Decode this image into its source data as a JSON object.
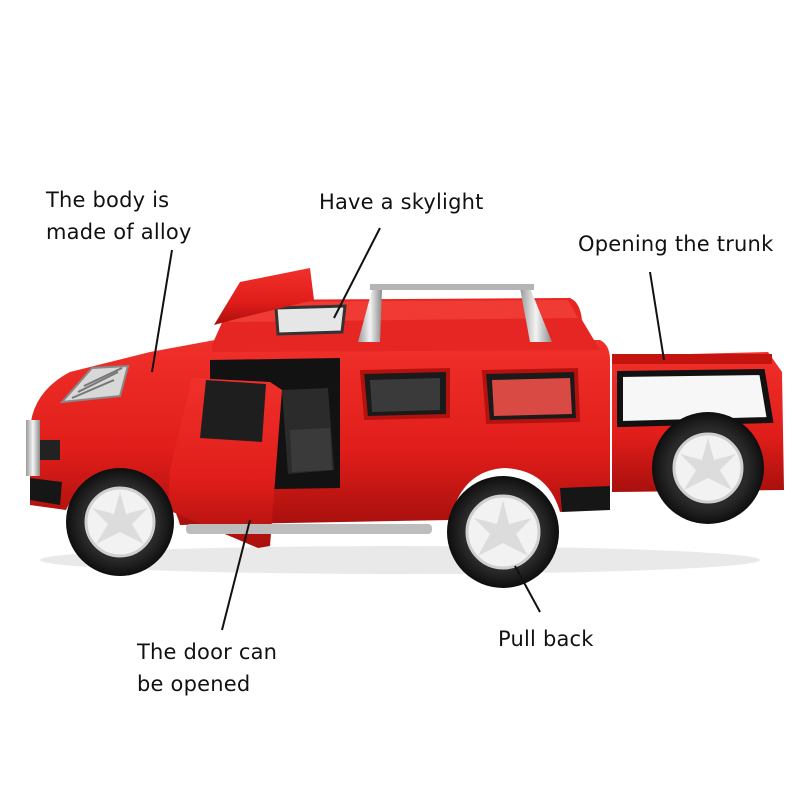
{
  "callouts": {
    "body": {
      "line1": "The body is",
      "line2": "made of alloy"
    },
    "skylight": {
      "line1": "Have a skylight"
    },
    "trunk": {
      "line1": "Opening the trunk"
    },
    "door": {
      "line1": "The door can",
      "line2": "be opened"
    },
    "pullback": {
      "line1": "Pull back"
    }
  },
  "colors": {
    "body_red": "#e8211e",
    "body_red_dark": "#b8120f",
    "tire": "#1c1c1c",
    "rim": "#f2f2f2",
    "chrome": "#c9c9c9",
    "glass": "#2a2a2a"
  }
}
